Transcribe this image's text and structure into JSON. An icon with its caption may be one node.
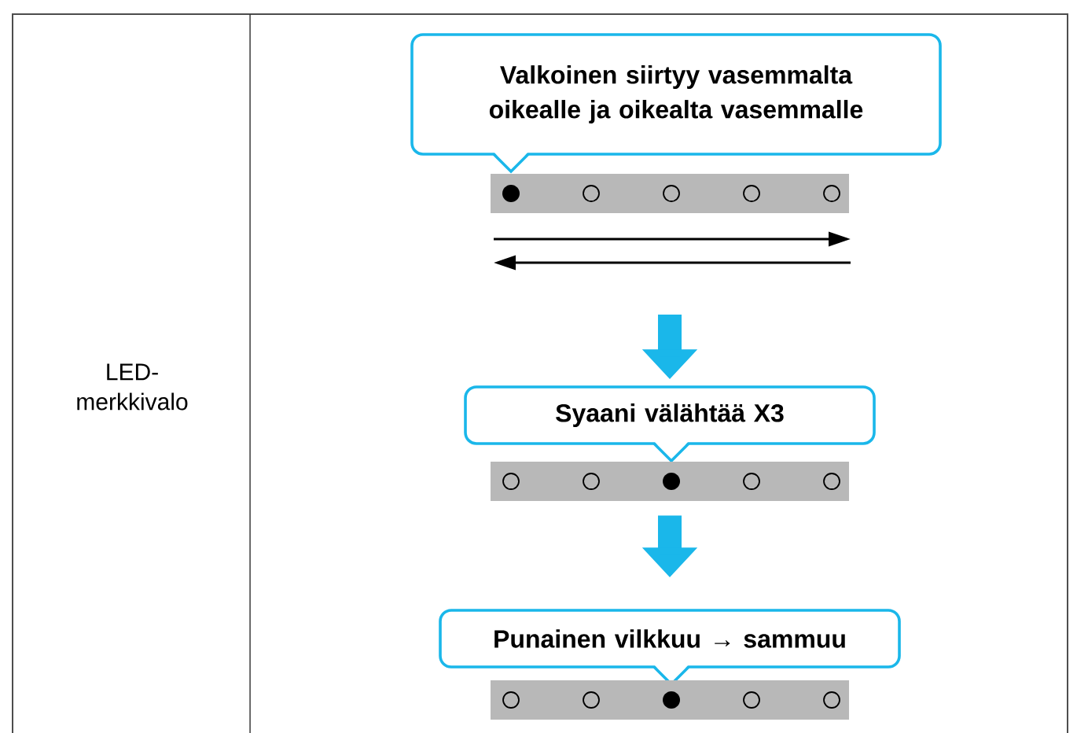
{
  "diagram": {
    "nodes": [
      {
        "text": [
          "Valkoinen siirtyy vasemmalta oikealle ja oikealta vasemmalle"
        ]
      },
      {
        "text": [],
        "shape": "bar"
      },
      {
        "text": [
          "Syaani välähtää X3"
        ]
      },
      {
        "text": [],
        "shape": "bar"
      },
      {
        "text": [
          "Punainen vilkkuu → sammuu"
        ]
      },
      {
        "text": [],
        "shape": "bar"
      }
    ],
    "edges": [
      {
        "from": null,
        "to": 2,
        "arrow": "to"
      },
      {
        "from": 3,
        "to": 4,
        "arrow": "to"
      }
    ],
    "labels": [
      "LED-merkkivalo"
    ]
  }
}
